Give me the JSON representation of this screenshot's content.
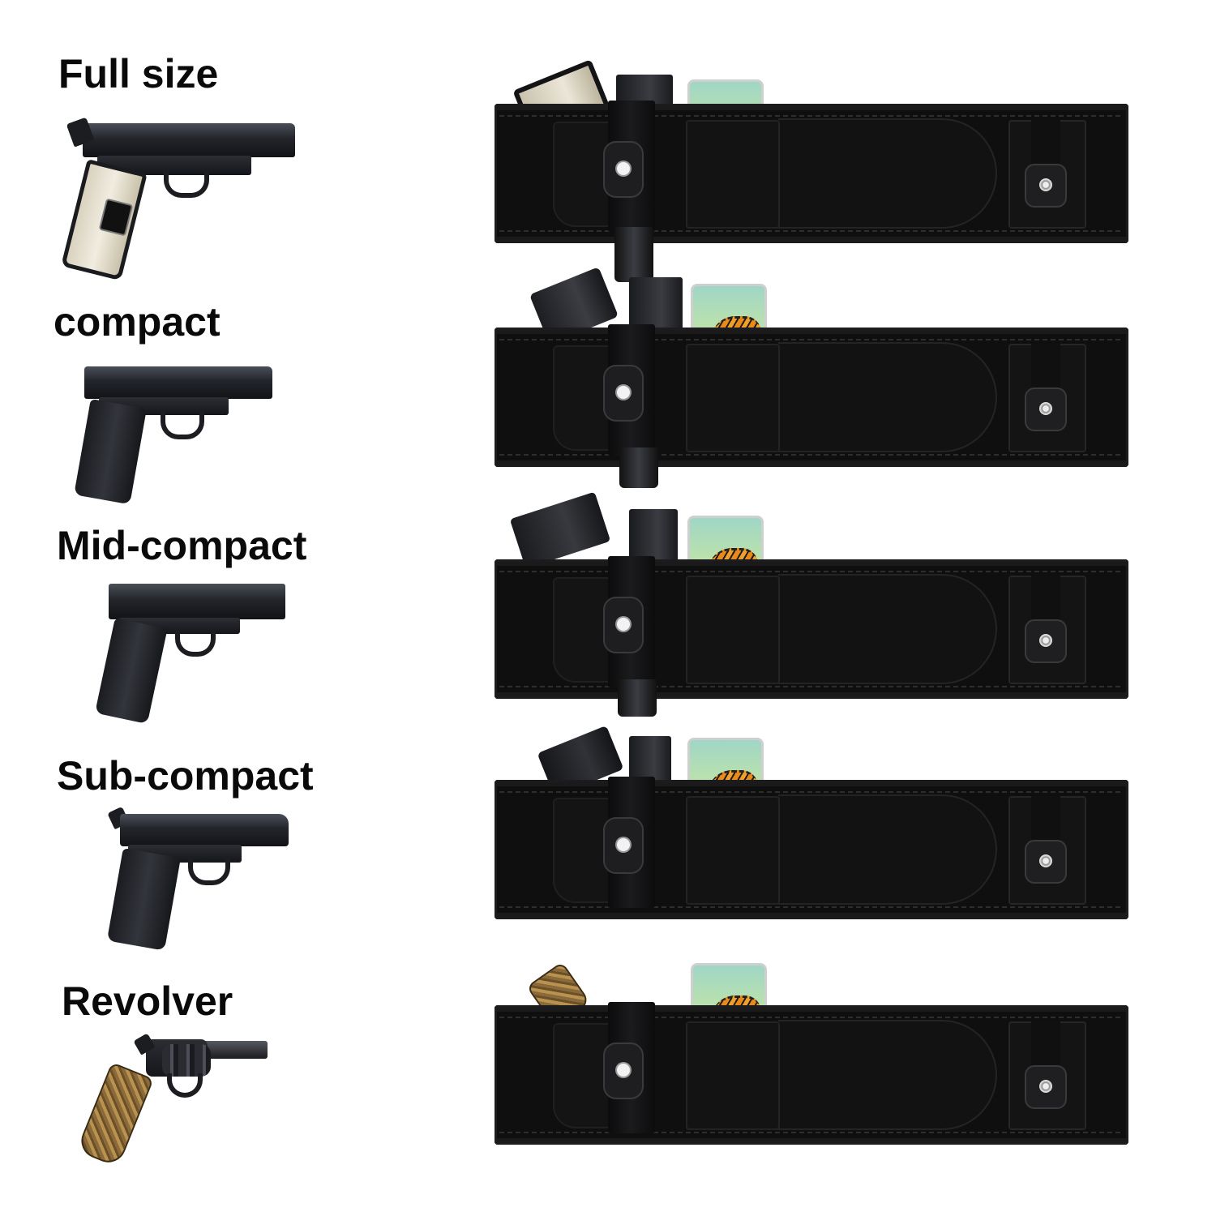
{
  "image": {
    "background": "#ffffff",
    "belt_color": "#0f0f10",
    "phone_screen_color": "#a9dbc4",
    "butterfly_color": "#e88a1a"
  },
  "rows": [
    {
      "label": "Full size",
      "gun_icon": "pistol-1911-icon",
      "holster_icon": "belly-band-holster-icon",
      "phone_icon": "phone-icon",
      "mag_pouch_icon": "magazine-pouch-icon"
    },
    {
      "label": "compact",
      "gun_icon": "pistol-compact-icon",
      "holster_icon": "belly-band-holster-icon",
      "phone_icon": "phone-icon",
      "mag_pouch_icon": "magazine-pouch-icon"
    },
    {
      "label": "Mid-compact",
      "gun_icon": "pistol-glock-icon",
      "holster_icon": "belly-band-holster-icon",
      "phone_icon": "phone-icon",
      "mag_pouch_icon": "magazine-pouch-icon"
    },
    {
      "label": "Sub-compact",
      "gun_icon": "pistol-ppk-icon",
      "holster_icon": "belly-band-holster-icon",
      "phone_icon": "phone-icon",
      "mag_pouch_icon": "magazine-pouch-icon"
    },
    {
      "label": "Revolver",
      "gun_icon": "revolver-icon",
      "holster_icon": "belly-band-holster-icon",
      "phone_icon": "phone-icon",
      "mag_pouch_icon": "magazine-pouch-icon"
    }
  ]
}
